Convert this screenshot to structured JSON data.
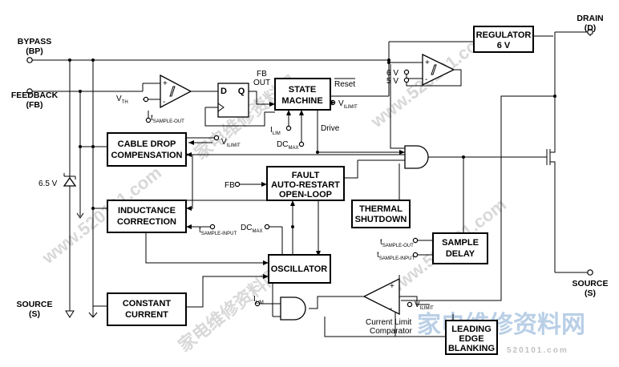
{
  "pins": {
    "bypass": "BYPASS",
    "bypass_abbr": "(BP)",
    "feedback": "FEEDBACK",
    "feedback_abbr": "(FB)",
    "source_left": "SOURCE",
    "source_left_abbr": "(S)",
    "drain": "DRAIN",
    "drain_abbr": "(D)",
    "source_right": "SOURCE",
    "source_right_abbr": "(S)"
  },
  "blocks": {
    "regulator_l1": "REGULATOR",
    "regulator_l2": "6 V",
    "state_l1": "STATE",
    "state_l2": "MACHINE",
    "cable_l1": "CABLE DROP",
    "cable_l2": "COMPENSATION",
    "fault_l1": "FAULT",
    "fault_l2": "AUTO-RESTART",
    "fault_l3": "OPEN-LOOP",
    "thermal_l1": "THERMAL",
    "thermal_l2": "SHUTDOWN",
    "induct_l1": "INDUCTANCE",
    "induct_l2": "CORRECTION",
    "osc": "OSCILLATOR",
    "sample_l1": "SAMPLE",
    "sample_l2": "DELAY",
    "const_l1": "CONSTANT",
    "const_l2": "CURRENT",
    "leb_l1": "LEADING",
    "leb_l2": "EDGE",
    "leb_l3": "BLANKING"
  },
  "labels": {
    "fb_out_l1": "FB",
    "fb_out_l2": "OUT",
    "reset": "Reset",
    "v6": "6 V",
    "v5": "5 V",
    "zener": "6.5 V",
    "drive": "Drive",
    "fb_in": "FB",
    "ff_d": "D",
    "ff_q": "Q",
    "vth_v": "V",
    "vth_sub": "TH",
    "tso_t": "t",
    "tso_sub": "SAMPLE-OUT",
    "ilim_sm_i": "I",
    "ilim_sm_sub": "LIM",
    "dcmax_sm": "DC",
    "dcmax_sm_sub": "MAX",
    "vilimit_sm_v": "V",
    "vilimit_sm_sub": "ILIMIT",
    "vilimit_cd_v": "V",
    "vilimit_cd_sub": "ILIMIT",
    "tsi_ic_t": "t",
    "tsi_ic_sub": "SAMPLE-INPUT",
    "dcmax_osc": "DC",
    "dcmax_osc_sub": "MAX",
    "tso_sd_t": "t",
    "tso_sd_sub": "SAMPLE-OUT",
    "tsi_sd_t": "t",
    "tsi_sd_sub": "SAMPLE-INPUT",
    "ilim_and_i": "I",
    "ilim_and_sub": "LIM",
    "vilimit_cl_v": "V",
    "vilimit_cl_sub": "ILIMIT",
    "clc_l1": "Current Limit",
    "clc_l2": "Comparator",
    "plus": "+",
    "minus": "-"
  },
  "watermarks": {
    "cn": "家电维修资料网",
    "url": "www.520101.com",
    "footer_cn": "家电维修资料网",
    "footer_url": "520101.com"
  }
}
